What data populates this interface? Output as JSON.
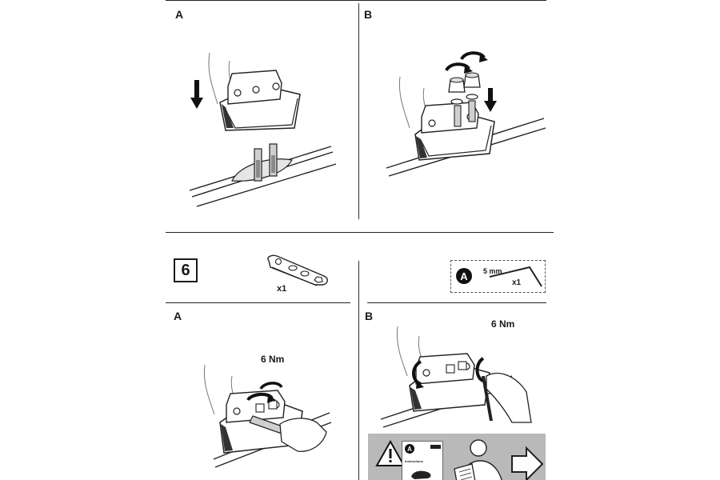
{
  "top_section": {
    "panel_a_label": "A",
    "panel_b_label": "B"
  },
  "step": {
    "number": "6",
    "plate_quantity": "x1",
    "tool": {
      "badge": "A",
      "size": "5 mm",
      "quantity": "x1"
    },
    "panel_a_label": "A",
    "panel_b_label": "B",
    "torque_a": "6 Nm",
    "torque_b": "6 Nm"
  },
  "notice": {
    "card_badge": "A",
    "card_text": "Instructions"
  },
  "icons": [
    "down-arrow-icon",
    "rotate-arrow-icon",
    "warning-triangle-icon",
    "next-arrow-icon",
    "hex-key-icon"
  ]
}
